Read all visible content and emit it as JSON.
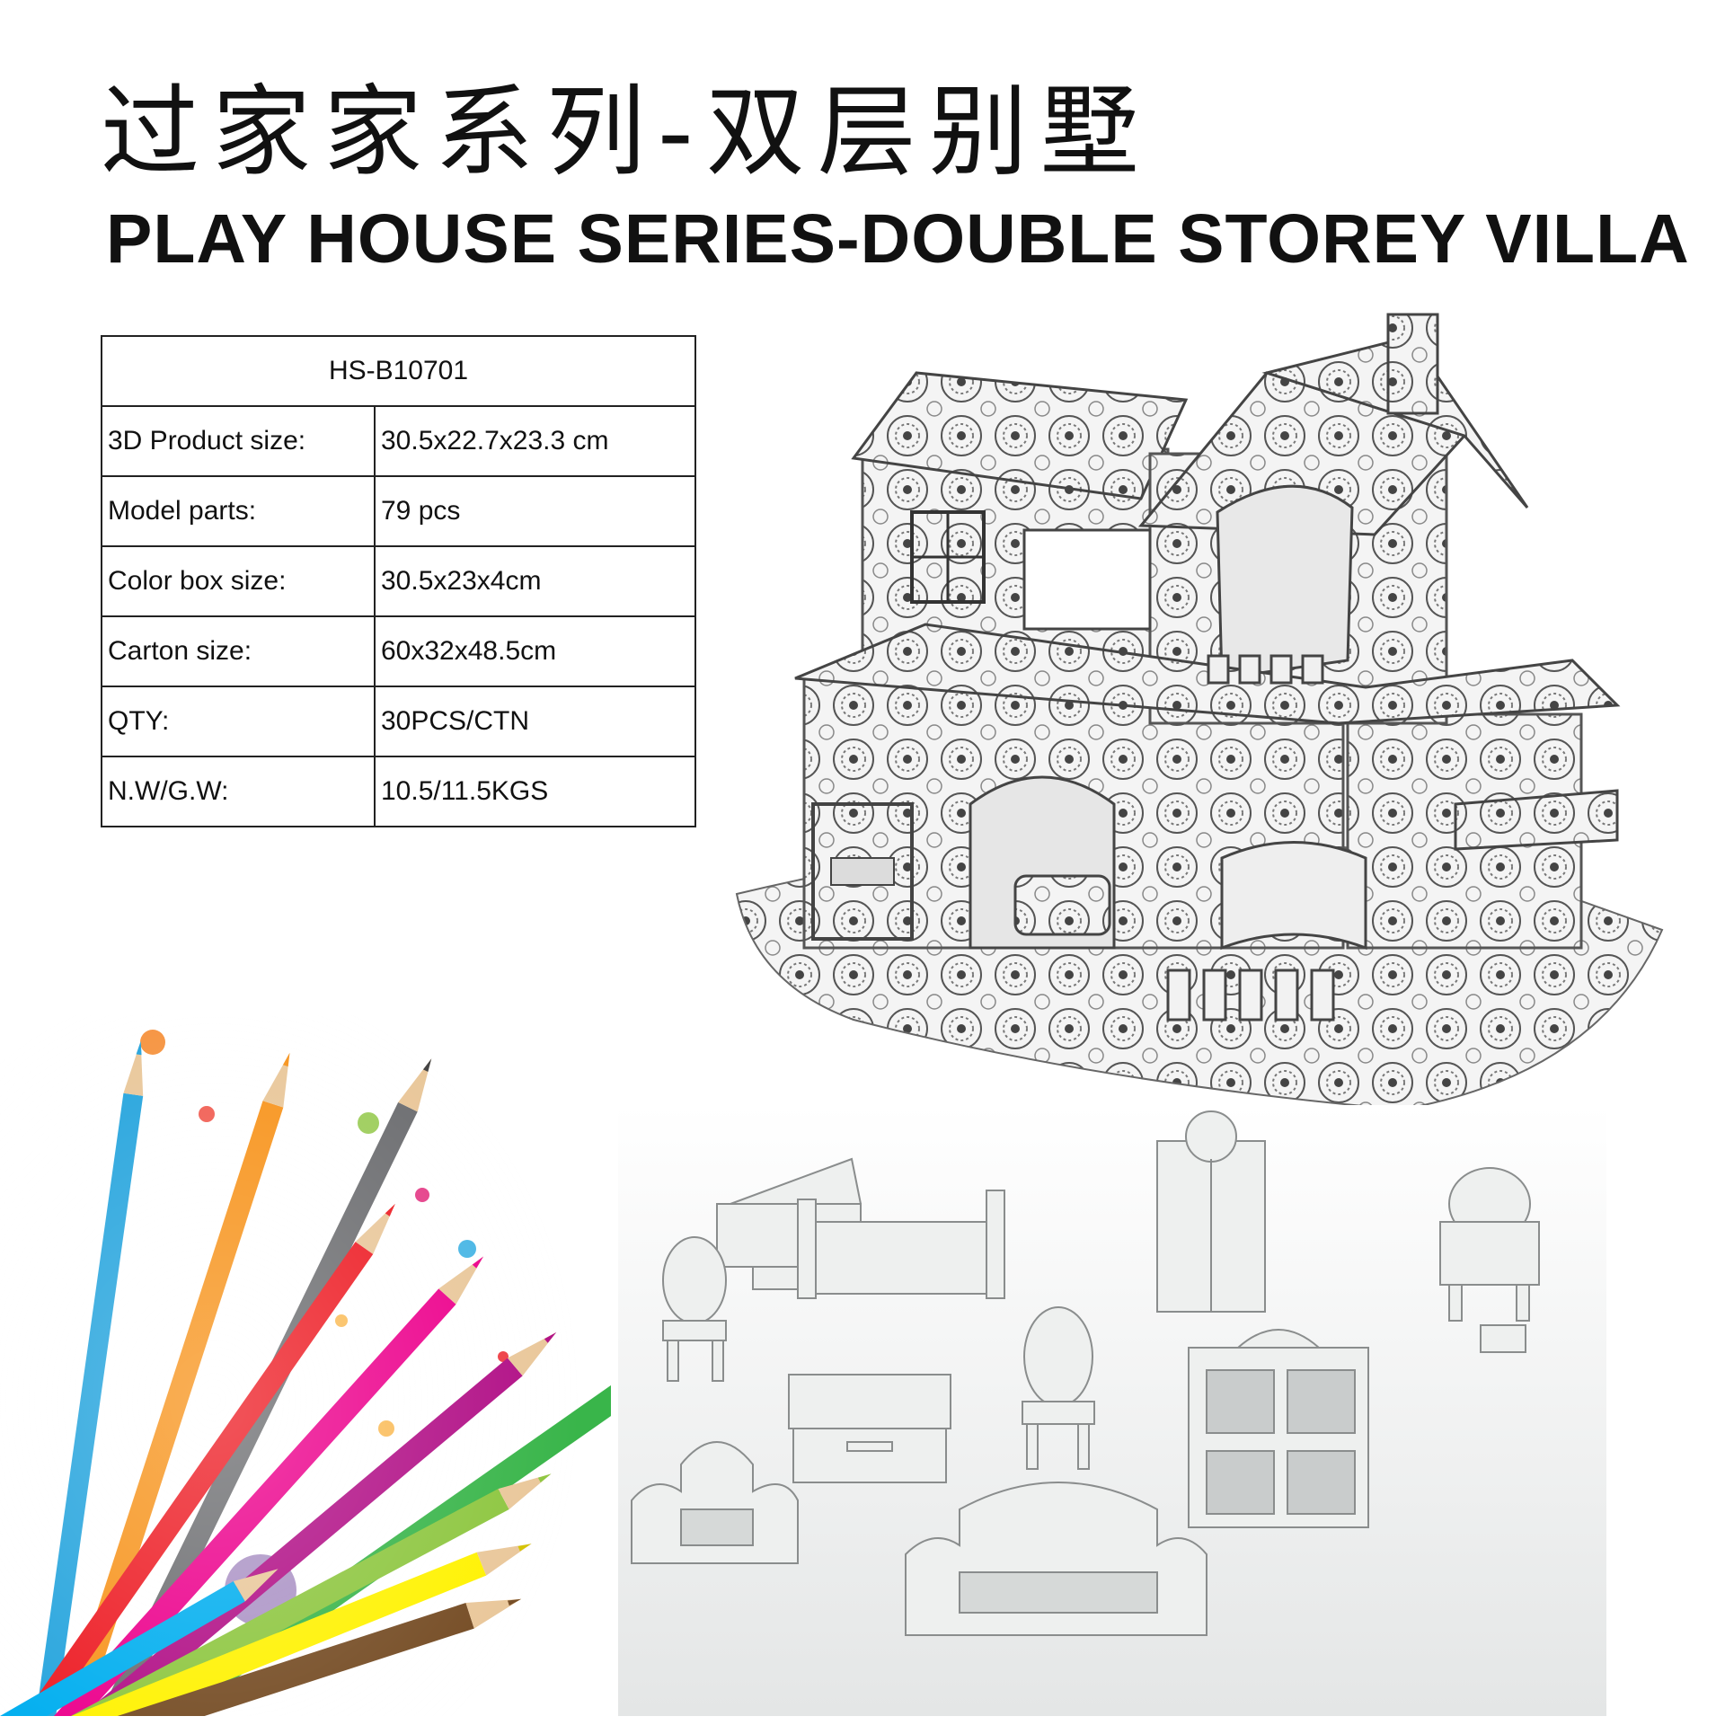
{
  "title": {
    "cn": "过家家系列-双层别墅",
    "en": "PLAY HOUSE SERIES-DOUBLE STOREY VILLA"
  },
  "spec": {
    "model_no": "HS-B10701",
    "rows": [
      {
        "label": "3D Product size:",
        "value": "30.5x22.7x23.3 cm"
      },
      {
        "label": "Model parts:",
        "value": "79 pcs"
      },
      {
        "label": "Color box size:",
        "value": "30.5x23x4cm"
      },
      {
        "label": "Carton size:",
        "value": "60x32x48.5cm"
      },
      {
        "label": "QTY:",
        "value": "30PCS/CTN"
      },
      {
        "label": "N.W/G.W:",
        "value": "10.5/11.5KGS"
      }
    ]
  },
  "images": {
    "house": "coloring-paper-villa-model",
    "furniture": "white-paper-furniture-set",
    "pencils": "colored-pencils-splash"
  }
}
